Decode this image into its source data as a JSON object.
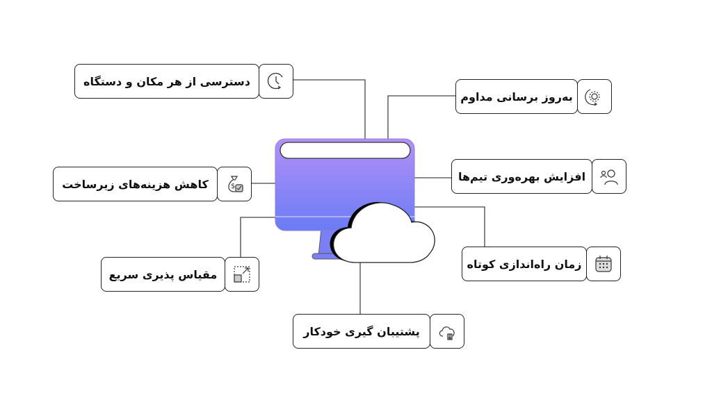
{
  "colors": {
    "monitor_top": "#b390f7",
    "monitor_bottom": "#6a7cf4",
    "line": "#444444"
  },
  "features": [
    {
      "label": "دسترسی از هر مکان و دستگاه",
      "icon": "clock-icon"
    },
    {
      "label": "به‌روز برسانی مداوم",
      "icon": "gear-refresh-icon"
    },
    {
      "label": "کاهش هزینه‌های زیرساخت",
      "icon": "money-bag-icon"
    },
    {
      "label": "افزایش بهره‌وری تیم‌ها",
      "icon": "team-icon"
    },
    {
      "label": "مقیاس پذیری سریع",
      "icon": "scale-icon"
    },
    {
      "label": "زمان راه‌اندازی کوتاه",
      "icon": "calendar-icon"
    },
    {
      "label": "پشتیبان گیری خودکار",
      "icon": "cloud-download-icon"
    }
  ]
}
